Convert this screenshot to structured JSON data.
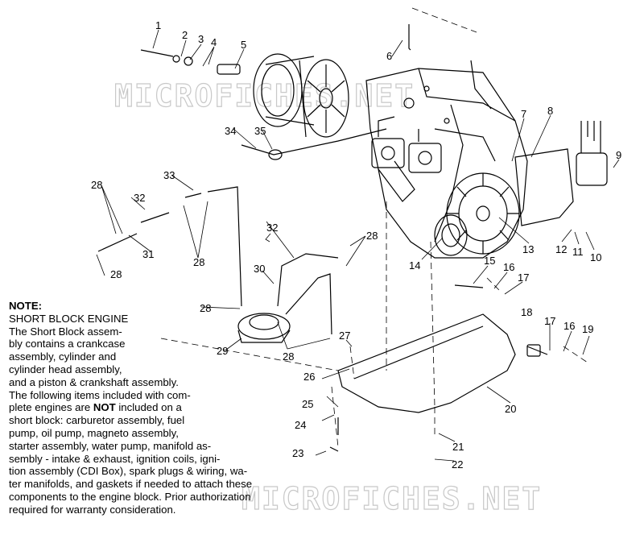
{
  "watermark": {
    "top": "MICROFICHES.NET",
    "bottom": "MICROFICHES.NET"
  },
  "callouts": {
    "c1": "1",
    "c2": "2",
    "c3": "3",
    "c4": "4",
    "c5": "5",
    "c6": "6",
    "c7": "7",
    "c8": "8",
    "c9": "9",
    "c10": "10",
    "c11": "11",
    "c12": "12",
    "c13": "13",
    "c14": "14",
    "c15": "15",
    "c16a": "16",
    "c16b": "16",
    "c17a": "17",
    "c17b": "17",
    "c18": "18",
    "c19": "19",
    "c20": "20",
    "c21": "21",
    "c22": "22",
    "c23": "23",
    "c24": "24",
    "c25": "25",
    "c26": "26",
    "c27": "27",
    "c28a": "28",
    "c28b": "28",
    "c28c": "28",
    "c28d": "28",
    "c28e": "28",
    "c28f": "28",
    "c29": "29",
    "c30": "30",
    "c31": "31",
    "c32a": "32",
    "c32b": "32",
    "c33": "33",
    "c34": "34",
    "c35": "35"
  },
  "note": {
    "heading": "NOTE:",
    "subheading": "SHORT BLOCK ENGINE",
    "para1": "The Short Block assem-\nbly contains a crankcase\nassembly, cylinder and\ncylinder head assembly,\nand a piston & crankshaft assembly.",
    "para2_pre": "The following items included with com-\nplete engines are ",
    "para2_bold": "NOT",
    "para2_post": " included on a\nshort block:  carburetor assembly, fuel\npump, oil pump, magneto assembly,\nstarter assembly, water pump, manifold as-\nsembly - intake & exhaust, ignition coils, igni-\ntion assembly (CDI Box), spark plugs & wiring, wa-\nter manifolds, and gaskets if needed to attach these\ncomponents to the engine block.  Prior authorization\nrequired for warranty consideration."
  }
}
